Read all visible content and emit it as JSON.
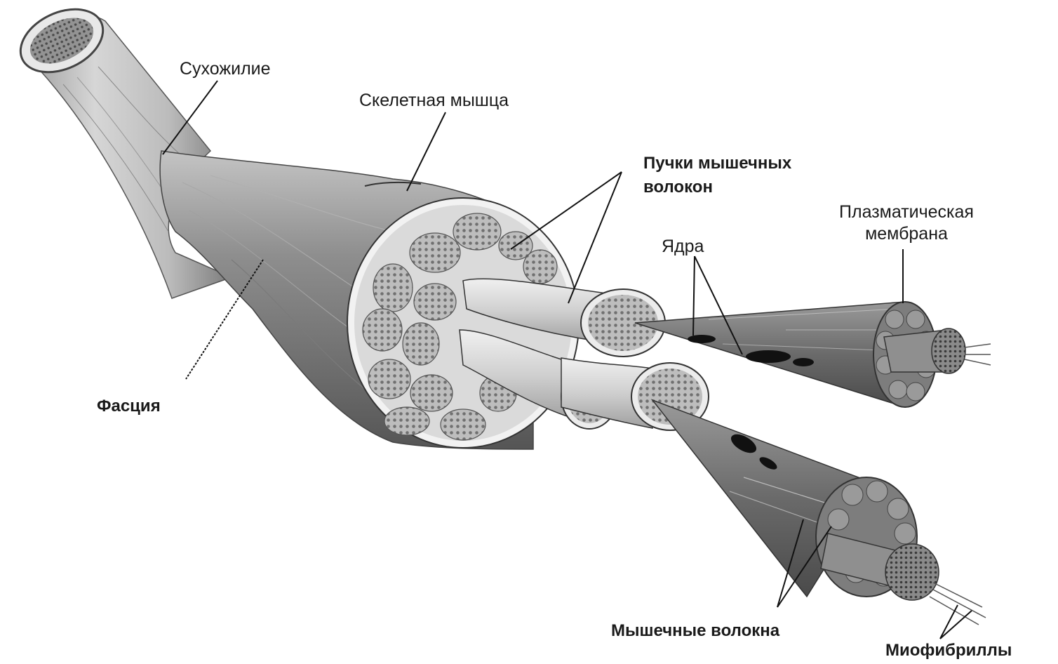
{
  "diagram": {
    "labels": {
      "tendon": "Сухожилие",
      "skeletal_muscle": "Скелетная мышца",
      "fascicles_line1": "Пучки мышечных",
      "fascicles_line2": "волокон",
      "plasma_membrane_line1": "Плазматическая",
      "plasma_membrane_line2": "мембрана",
      "nuclei": "Ядра",
      "fascia": "Фасция",
      "muscle_fibers": "Мышечные волокна",
      "myofibrils": "Миофибриллы"
    }
  }
}
